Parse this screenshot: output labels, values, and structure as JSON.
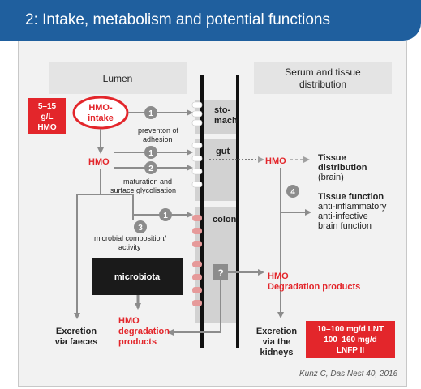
{
  "header": {
    "title": "2: Intake, metabolism and potential functions"
  },
  "columns": {
    "lumen": "Lumen",
    "serum_line1": "Serum and tissue",
    "serum_line2": "distribution"
  },
  "intake_box": {
    "line1": "5–15",
    "line2": "g/L",
    "line3": "HMO"
  },
  "hmo_intake": {
    "line1": "HMO-",
    "line2": "intake"
  },
  "steps": {
    "s1": "1",
    "s2": "2",
    "s3": "3",
    "s4": "4",
    "unknown": "?"
  },
  "gut_labels": {
    "stomach_line1": "sto-",
    "stomach_line2": "mach",
    "gut": "gut",
    "colon": "colon"
  },
  "notes": {
    "prevention_line1": "preventon of",
    "prevention_line2": "adhesion",
    "maturation_line1": "maturation and",
    "maturation_line2": "surface glycolisation",
    "microbial_line1": "microbial composition/",
    "microbial_line2": "activity"
  },
  "hmo_lumen": "HMO",
  "hmo_serum": "HMO",
  "microbiota": "microbiota",
  "tissue_distribution": {
    "line1": "Tissue",
    "line2": "distribution",
    "line3": "(brain)"
  },
  "tissue_function": {
    "line1": "Tissue function",
    "line2": "anti-inflammatory",
    "line3": "anti-infective",
    "line4": "brain function"
  },
  "degradation_serum": {
    "line1": "HMO",
    "line2": "Degradation products"
  },
  "degradation_lumen": {
    "line1": "HMO",
    "line2": "degradation",
    "line3": "products"
  },
  "excretion_faeces": {
    "line1": "Excretion",
    "line2": "via faeces"
  },
  "excretion_kidneys": {
    "line1": "Excretion",
    "line2": "via the",
    "line3": "kidneys"
  },
  "urine_box": {
    "line1": "10–100 mg/d LNT",
    "line2": "100–160 mg/d",
    "line3": "LNFP II"
  },
  "credit": "Kunz C, Das Nest 40, 2016",
  "colors": {
    "header_blue": "#1f5f9e",
    "accent_red": "#e3262b",
    "marker_gray": "#8c8c8c",
    "panel_gray": "#f2f2f2",
    "microbiota_black": "#1a1a1a",
    "villi_pink": "#e69a9a"
  }
}
